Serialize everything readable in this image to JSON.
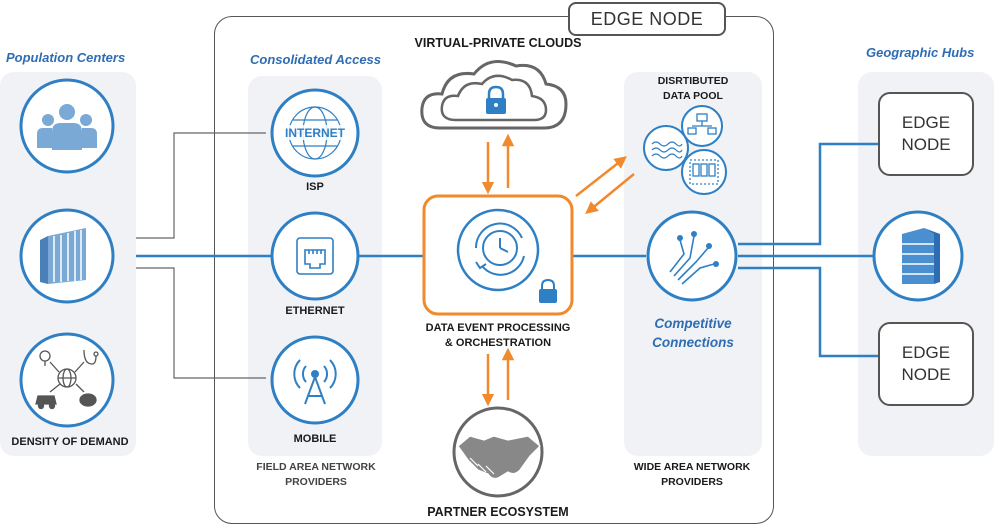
{
  "title": "EDGE NODE",
  "left_panel": {
    "title": "Population Centers",
    "density_label": "DENSITY OF DEMAND"
  },
  "access_panel": {
    "title": "Consolidated Access",
    "isp_label": "ISP",
    "internet_text": "INTERNET",
    "ethernet_label": "ETHERNET",
    "mobile_label": "MOBILE",
    "footer": [
      "FIELD AREA NETWORK",
      "PROVIDERS"
    ]
  },
  "center": {
    "clouds_label": "VIRTUAL-PRIVATE CLOUDS",
    "processing_label": [
      "DATA EVENT PROCESSING",
      "& ORCHESTRATION"
    ],
    "partner_label": "PARTNER ECOSYSTEM"
  },
  "wan_panel": {
    "data_pool_label": [
      "DISRTIBUTED",
      "DATA POOL"
    ],
    "competitive_label": [
      "Competitive",
      "Connections"
    ],
    "footer": [
      "WIDE AREA NETWORK",
      "PROVIDERS"
    ]
  },
  "right_panel": {
    "title": "Geographic Hubs",
    "edge_node_top": [
      "EDGE",
      "NODE"
    ],
    "edge_node_bottom": [
      "EDGE",
      "NODE"
    ]
  },
  "colors": {
    "blue": "#2e7fc4",
    "orange": "#f08a2c",
    "panel": "#f0f2f5",
    "gray": "#666666"
  }
}
